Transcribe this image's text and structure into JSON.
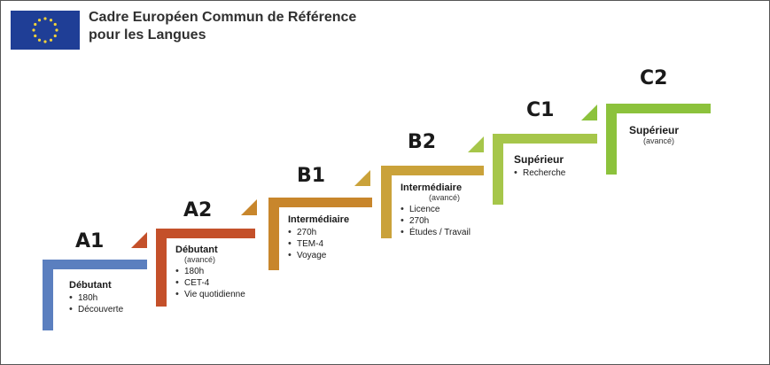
{
  "header": {
    "line1": "Cadre Européen Commun de Référence",
    "line2": "pour les Langues"
  },
  "levels": [
    {
      "code": "A1",
      "name": "Débutant",
      "qualifier": "",
      "items": [
        "180h",
        "Découverte"
      ],
      "color": "#5b7fbf"
    },
    {
      "code": "A2",
      "name": "Débutant",
      "qualifier": "(avancé)",
      "items": [
        "180h",
        "CET-4",
        "Vie quotidienne"
      ],
      "color": "#c4502a"
    },
    {
      "code": "B1",
      "name": "Intermédiaire",
      "qualifier": "",
      "items": [
        "270h",
        "TEM-4",
        "Voyage"
      ],
      "color": "#c8862c"
    },
    {
      "code": "B2",
      "name": "Intermédiaire",
      "qualifier": "(avancé)",
      "items": [
        "Licence",
        "270h",
        "Études / Travail"
      ],
      "color": "#caa23a"
    },
    {
      "code": "C1",
      "name": "Supérieur",
      "qualifier": "",
      "items": [
        "Recherche"
      ],
      "color": "#a6c64a"
    },
    {
      "code": "C2",
      "name": "Supérieur",
      "qualifier": "(avancé)",
      "items": [],
      "color": "#8cc23c"
    }
  ]
}
